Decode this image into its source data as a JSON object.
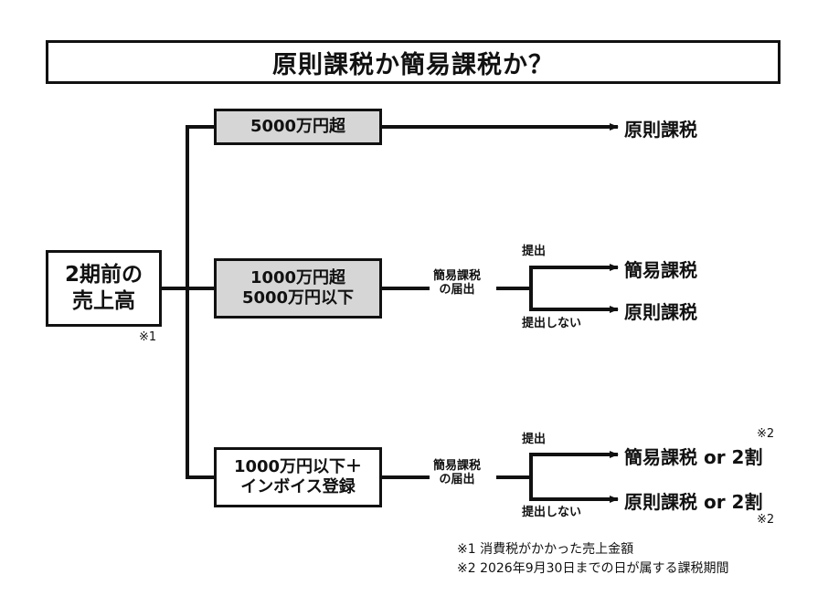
{
  "title": "原則課税か簡易課税か？",
  "root": {
    "line1": "2期前の",
    "line2": "売上高",
    "note": "※1"
  },
  "branch_top": {
    "box": "5000万円超",
    "result": "原則課税"
  },
  "branch_mid": {
    "box_line1": "1000万円超",
    "box_line2": "5000万円以下",
    "filing_line1": "簡易課税",
    "filing_line2": "の届出",
    "submit": "提出",
    "not_submit": "提出しない",
    "result_submit": "簡易課税",
    "result_not_submit": "原則課税"
  },
  "branch_bottom": {
    "box_line1": "1000万円以下＋",
    "box_line2": "インボイス登録",
    "filing_line1": "簡易課税",
    "filing_line2": "の届出",
    "submit": "提出",
    "not_submit": "提出しない",
    "result_submit": "簡易課税 or 2割",
    "result_not_submit": "原則課税 or 2割",
    "note_submit": "※2",
    "note_not_submit": "※2"
  },
  "footnotes": [
    "※1  消費税がかかった売上金額",
    "※2  2026年9月30日までの日が属する課税期間"
  ]
}
